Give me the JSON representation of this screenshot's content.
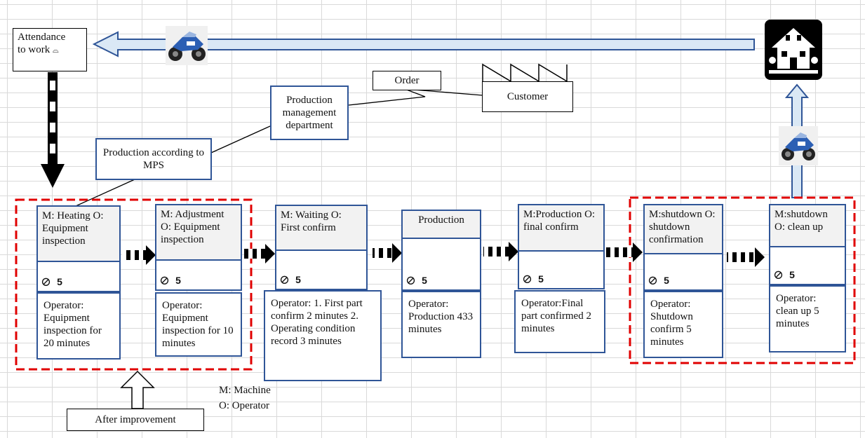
{
  "top": {
    "attendance_line1": "Attendance",
    "attendance_line2": "to work",
    "order": "Order",
    "customer": "Customer",
    "pmd": "Production management department",
    "mps": "Production according to MPS"
  },
  "processes": [
    {
      "title": "M: Heating O: Equipment inspection",
      "count": "5",
      "info": "Operator: Equipment inspection for 20 minutes"
    },
    {
      "title": "M: Adjustment O: Equipment inspection",
      "count": "5",
      "info": "Operator: Equipment inspection for 10 minutes"
    },
    {
      "title": "M: Waiting O: First confirm",
      "count": "5",
      "info": "Operator: 1. First part confirm 2 minutes 2. Operating condition record 3 minutes"
    },
    {
      "title": "Production",
      "count": "5",
      "info": "Operator: Production 433 minutes"
    },
    {
      "title": "M:Production O: final confirm",
      "count": "5",
      "info": "Operator:Final part confirmed 2 minutes"
    },
    {
      "title": "M:shutdown O: shutdown confirmation",
      "count": "5",
      "info": "Operator: Shutdown confirm 5 minutes"
    },
    {
      "title": "M:shutdown O: clean up",
      "count": "5",
      "info": "Operator: clean up 5 minutes"
    }
  ],
  "legend": {
    "m": "M: Machine",
    "o": "O: Operator"
  },
  "after_improvement": "After improvement",
  "icons": [
    "motorcycle-icon",
    "house-icon",
    "factory-icon",
    "lightning-icon",
    "operator-icon",
    "push-arrow-icon",
    "up-arrow-icon"
  ],
  "colors": {
    "box_border": "#2f5597",
    "highlight_dash": "#e00000",
    "arrow_fill": "#dae8f5",
    "arrow_stroke": "#2f5597"
  }
}
